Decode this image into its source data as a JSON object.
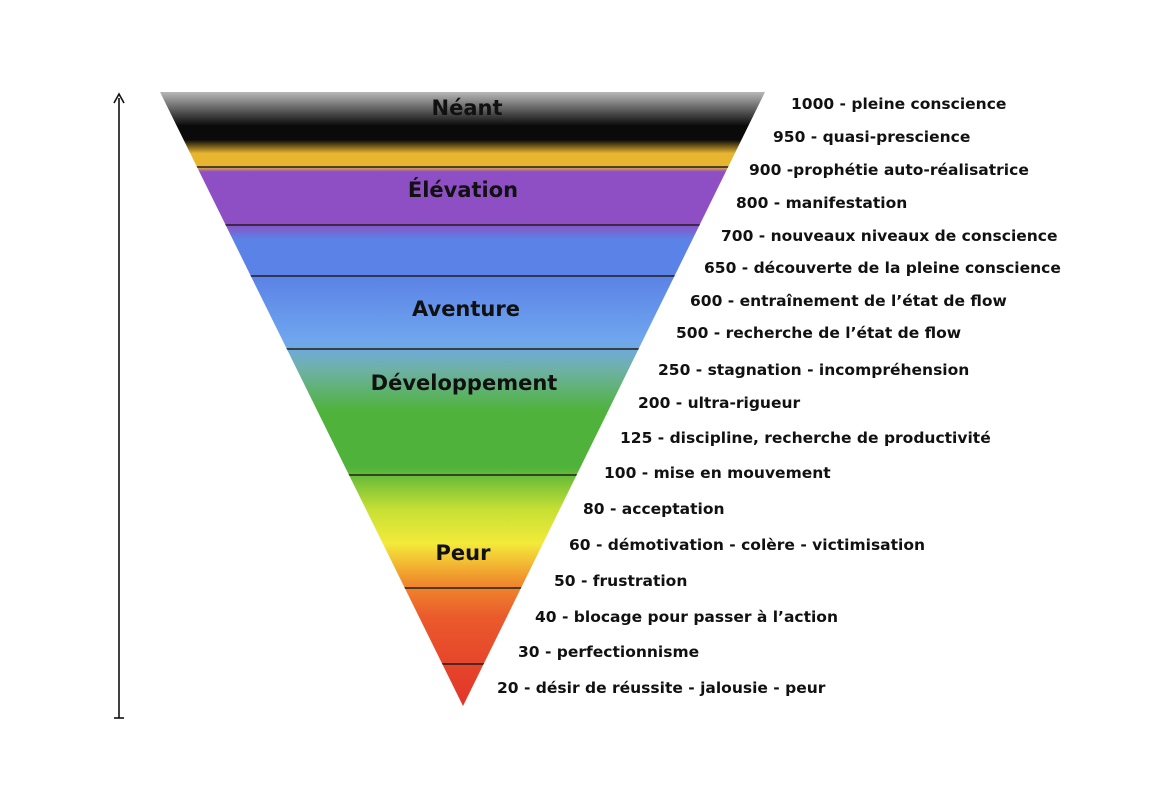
{
  "zones": [
    {
      "id": "neant",
      "label": "Néant"
    },
    {
      "id": "elevation",
      "label": "Élévation"
    },
    {
      "id": "aventure",
      "label": "Aventure"
    },
    {
      "id": "developpement",
      "label": "Développement"
    },
    {
      "id": "peur",
      "label": "Peur"
    }
  ],
  "levels": [
    {
      "value": 1000,
      "label": "1000 - pleine conscience"
    },
    {
      "value": 950,
      "label": "950 - quasi-prescience"
    },
    {
      "value": 900,
      "label": "900 -prophétie auto-réalisatrice"
    },
    {
      "value": 800,
      "label": "800 - manifestation"
    },
    {
      "value": 700,
      "label": "700 - nouveaux niveaux de conscience"
    },
    {
      "value": 650,
      "label": "650 - découverte de la pleine conscience"
    },
    {
      "value": 600,
      "label": "600 - entraînement de l’état de flow"
    },
    {
      "value": 500,
      "label": "500 - recherche de l’état de flow"
    },
    {
      "value": 250,
      "label": "250 - stagnation - incompréhension"
    },
    {
      "value": 200,
      "label": "200 - ultra-rigueur"
    },
    {
      "value": 125,
      "label": "125 - discipline, recherche de productivité"
    },
    {
      "value": 100,
      "label": "100 - mise en mouvement"
    },
    {
      "value": 80,
      "label": "80 - acceptation"
    },
    {
      "value": 60,
      "label": "60 - démotivation - colère - victimisation"
    },
    {
      "value": 50,
      "label": "50 - frustration"
    },
    {
      "value": 40,
      "label": "40 - blocage pour passer à l’action"
    },
    {
      "value": 30,
      "label": "30 - perfectionnisme"
    },
    {
      "value": 20,
      "label": "20 - désir de réussite - jalousie - peur"
    }
  ],
  "colors": {
    "neant": "#0a0a0a",
    "gold": "#e8b530",
    "violet": "#8e4fc4",
    "blue": "#5b82e6",
    "sky": "#6fa6ee",
    "green": "#4fb23a",
    "yellow": "#f3ea3a",
    "orange": "#f08a2c",
    "red": "#e2342a"
  }
}
